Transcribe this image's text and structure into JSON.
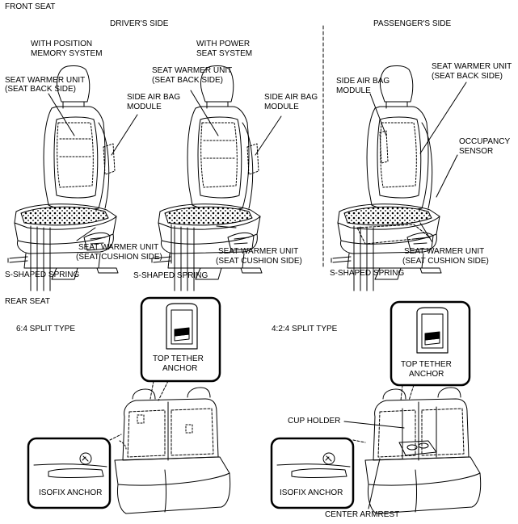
{
  "front": {
    "title": "FRONT SEAT",
    "driver_side": "DRIVER'S SIDE",
    "passenger_side": "PASSENGER'S SIDE",
    "with_position_memory": [
      "WITH POSITION",
      "MEMORY SYSTEM"
    ],
    "with_power_seat": [
      "WITH POWER",
      "SEAT SYSTEM"
    ],
    "seat_warmer_back": [
      "SEAT WARMER UNIT",
      "(SEAT BACK SIDE)"
    ],
    "side_air_bag": [
      "SIDE AIR BAG",
      "MODULE"
    ],
    "occupancy_sensor": [
      "OCCUPANCY",
      "SENSOR"
    ],
    "seat_warmer_cushion": [
      "SEAT WARMER UNIT",
      "(SEAT CUSHION SIDE)"
    ],
    "s_shaped_spring": "S-SHAPED SPRING"
  },
  "rear": {
    "title": "REAR SEAT",
    "split_64": "6:4 SPLIT TYPE",
    "split_424": "4:2:4 SPLIT TYPE",
    "top_tether": [
      "TOP TETHER",
      "ANCHOR"
    ],
    "isofix": "ISOFIX ANCHOR",
    "cup_holder": "CUP HOLDER",
    "center_armrest": "CENTER ARMREST"
  }
}
